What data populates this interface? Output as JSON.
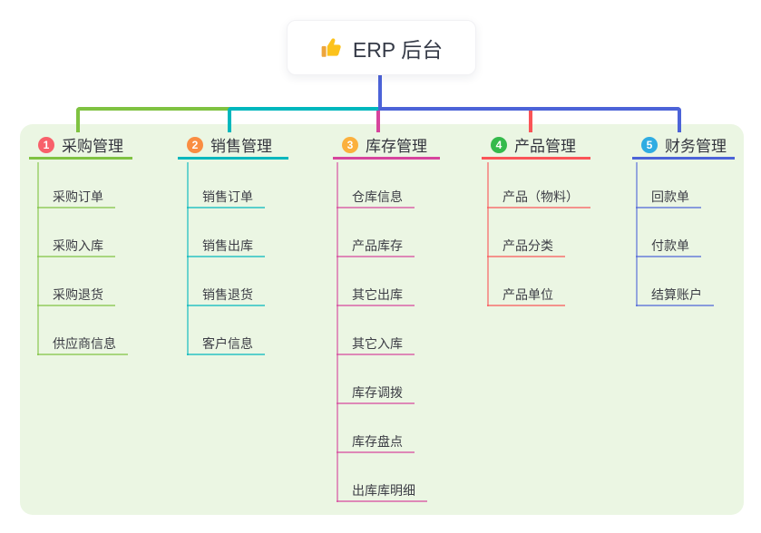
{
  "root": {
    "title": "ERP 后台",
    "icon": "thumbs-up-icon",
    "connector_color": "#4c63d8"
  },
  "panel": {
    "background": "#ebf6e3"
  },
  "branches": [
    {
      "badge": "1",
      "badge_color": "#f8606a",
      "accent": "#7fc241",
      "title": "采购管理",
      "items": [
        "采购订单",
        "采购入库",
        "采购退货",
        "供应商信息"
      ]
    },
    {
      "badge": "2",
      "badge_color": "#fa8d42",
      "accent": "#00b7bd",
      "title": "销售管理",
      "items": [
        "销售订单",
        "销售出库",
        "销售退货",
        "客户信息"
      ]
    },
    {
      "badge": "3",
      "badge_color": "#fbb03d",
      "accent": "#d6449d",
      "title": "库存管理",
      "items": [
        "仓库信息",
        "产品库存",
        "其它出库",
        "其它入库",
        "库存调拨",
        "库存盘点",
        "出库库明细"
      ]
    },
    {
      "badge": "4",
      "badge_color": "#35ba4c",
      "accent": "#fa5457",
      "title": "产品管理",
      "items": [
        "产品（物料）",
        "产品分类",
        "产品单位"
      ]
    },
    {
      "badge": "5",
      "badge_color": "#2face2",
      "accent": "#4c63d8",
      "title": "财务管理",
      "items": [
        "回款单",
        "付款单",
        "结算账户"
      ]
    }
  ]
}
